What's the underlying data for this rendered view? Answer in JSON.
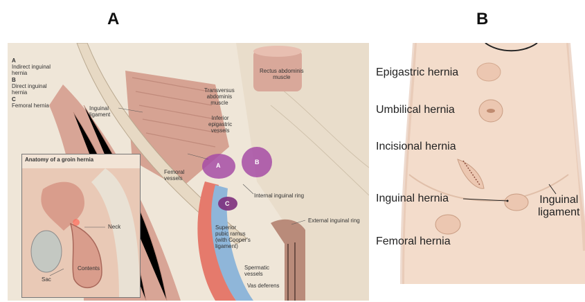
{
  "panels": {
    "a_letter": "A",
    "b_letter": "B"
  },
  "panel_a": {
    "legend": [
      {
        "key": "A",
        "text": "Indirect inguinal\nhernia"
      },
      {
        "key": "B",
        "text": "Direct inguinal\nhernia"
      },
      {
        "key": "C",
        "text": "Femoral hernia"
      }
    ],
    "labels": {
      "rectus": "Rectus abdominis\nmuscle",
      "transversus": "Transversus\nabdominis\nmuscle",
      "inferior_epigastric": "Inferior\nepigastric\nvessels",
      "inguinal_ligament": "Inguinal\nligament",
      "femoral_vessels": "Femoral\nvessels",
      "internal_ring": "Internal inguinal ring",
      "external_ring": "External inguinal ring",
      "superior_pubic": "Superior\npubic ramus\n(with Cooper's\nligament)",
      "spermatic": "Spermatic\nvessels",
      "vas_deferens": "Vas deferens",
      "marker_a": "A",
      "marker_b": "B",
      "marker_c": "C"
    },
    "inset": {
      "title": "Anatomy of a groin hernia",
      "neck": "Neck",
      "contents": "Contents",
      "sac": "Sac"
    }
  },
  "panel_b": {
    "labels": {
      "epigastric": "Epigastric hernia",
      "umbilical": "Umbilical hernia",
      "incisional": "Incisional hernia",
      "inguinal": "Inguinal hernia",
      "femoral": "Femoral hernia",
      "inguinal_ligament": "Inguinal\nligament"
    }
  },
  "colors": {
    "hernia_purple": "#a64ca6",
    "muscle": "#d9a89a",
    "skin": "#f3dccb"
  }
}
